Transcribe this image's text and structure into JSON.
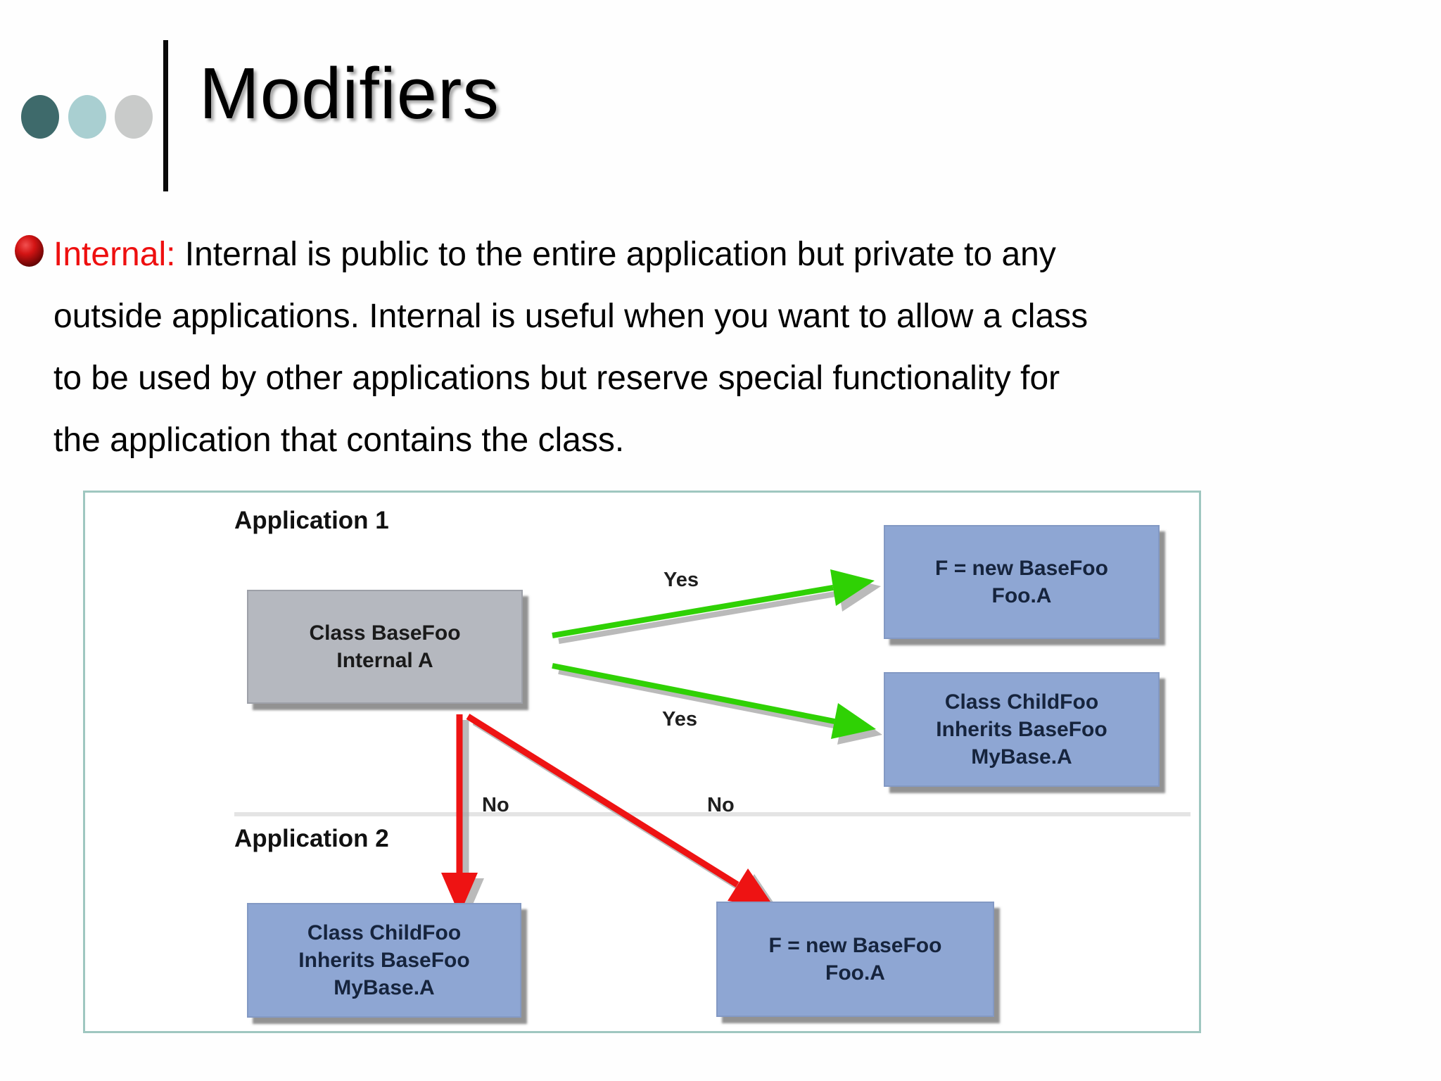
{
  "slide": {
    "title": "Modifiers",
    "accent_dots": {
      "dark_teal": "#3e6a6b",
      "light_teal": "#a9cfd1",
      "gray": "#c9cbca"
    },
    "bullet": {
      "label": "Internal:",
      "label_color": "#ee0f0f",
      "line1": " Internal is public to the entire application but private to any",
      "line2": "outside applications. Internal is useful when you want to allow a class",
      "line3": "to be used by other applications but reserve special functionality for",
      "line4": "the application that contains the class."
    }
  },
  "diagram": {
    "border_color": "#9fc7c0",
    "app1_label": "Application 1",
    "app2_label": "Application 2",
    "arrow_colors": {
      "yes": "#2fd104",
      "no": "#ee1313"
    },
    "box_colors": {
      "base_fill": "#b5b8bf",
      "blue_fill": "#8ea6d3"
    },
    "boxes": {
      "base": {
        "line1": "Class BaseFoo",
        "line2": "Internal A"
      },
      "top_right": {
        "line1": "F = new BaseFoo",
        "line2": "Foo.A"
      },
      "mid_right": {
        "line1": "Class ChildFoo",
        "line2": "Inherits BaseFoo",
        "line3": "MyBase.A"
      },
      "bottom_left": {
        "line1": "Class ChildFoo",
        "line2": "Inherits BaseFoo",
        "line3": "MyBase.A"
      },
      "bottom_right": {
        "line1": "F = new BaseFoo",
        "line2": "Foo.A"
      }
    },
    "labels": {
      "yes1": "Yes",
      "yes2": "Yes",
      "no1": "No",
      "no2": "No"
    }
  }
}
